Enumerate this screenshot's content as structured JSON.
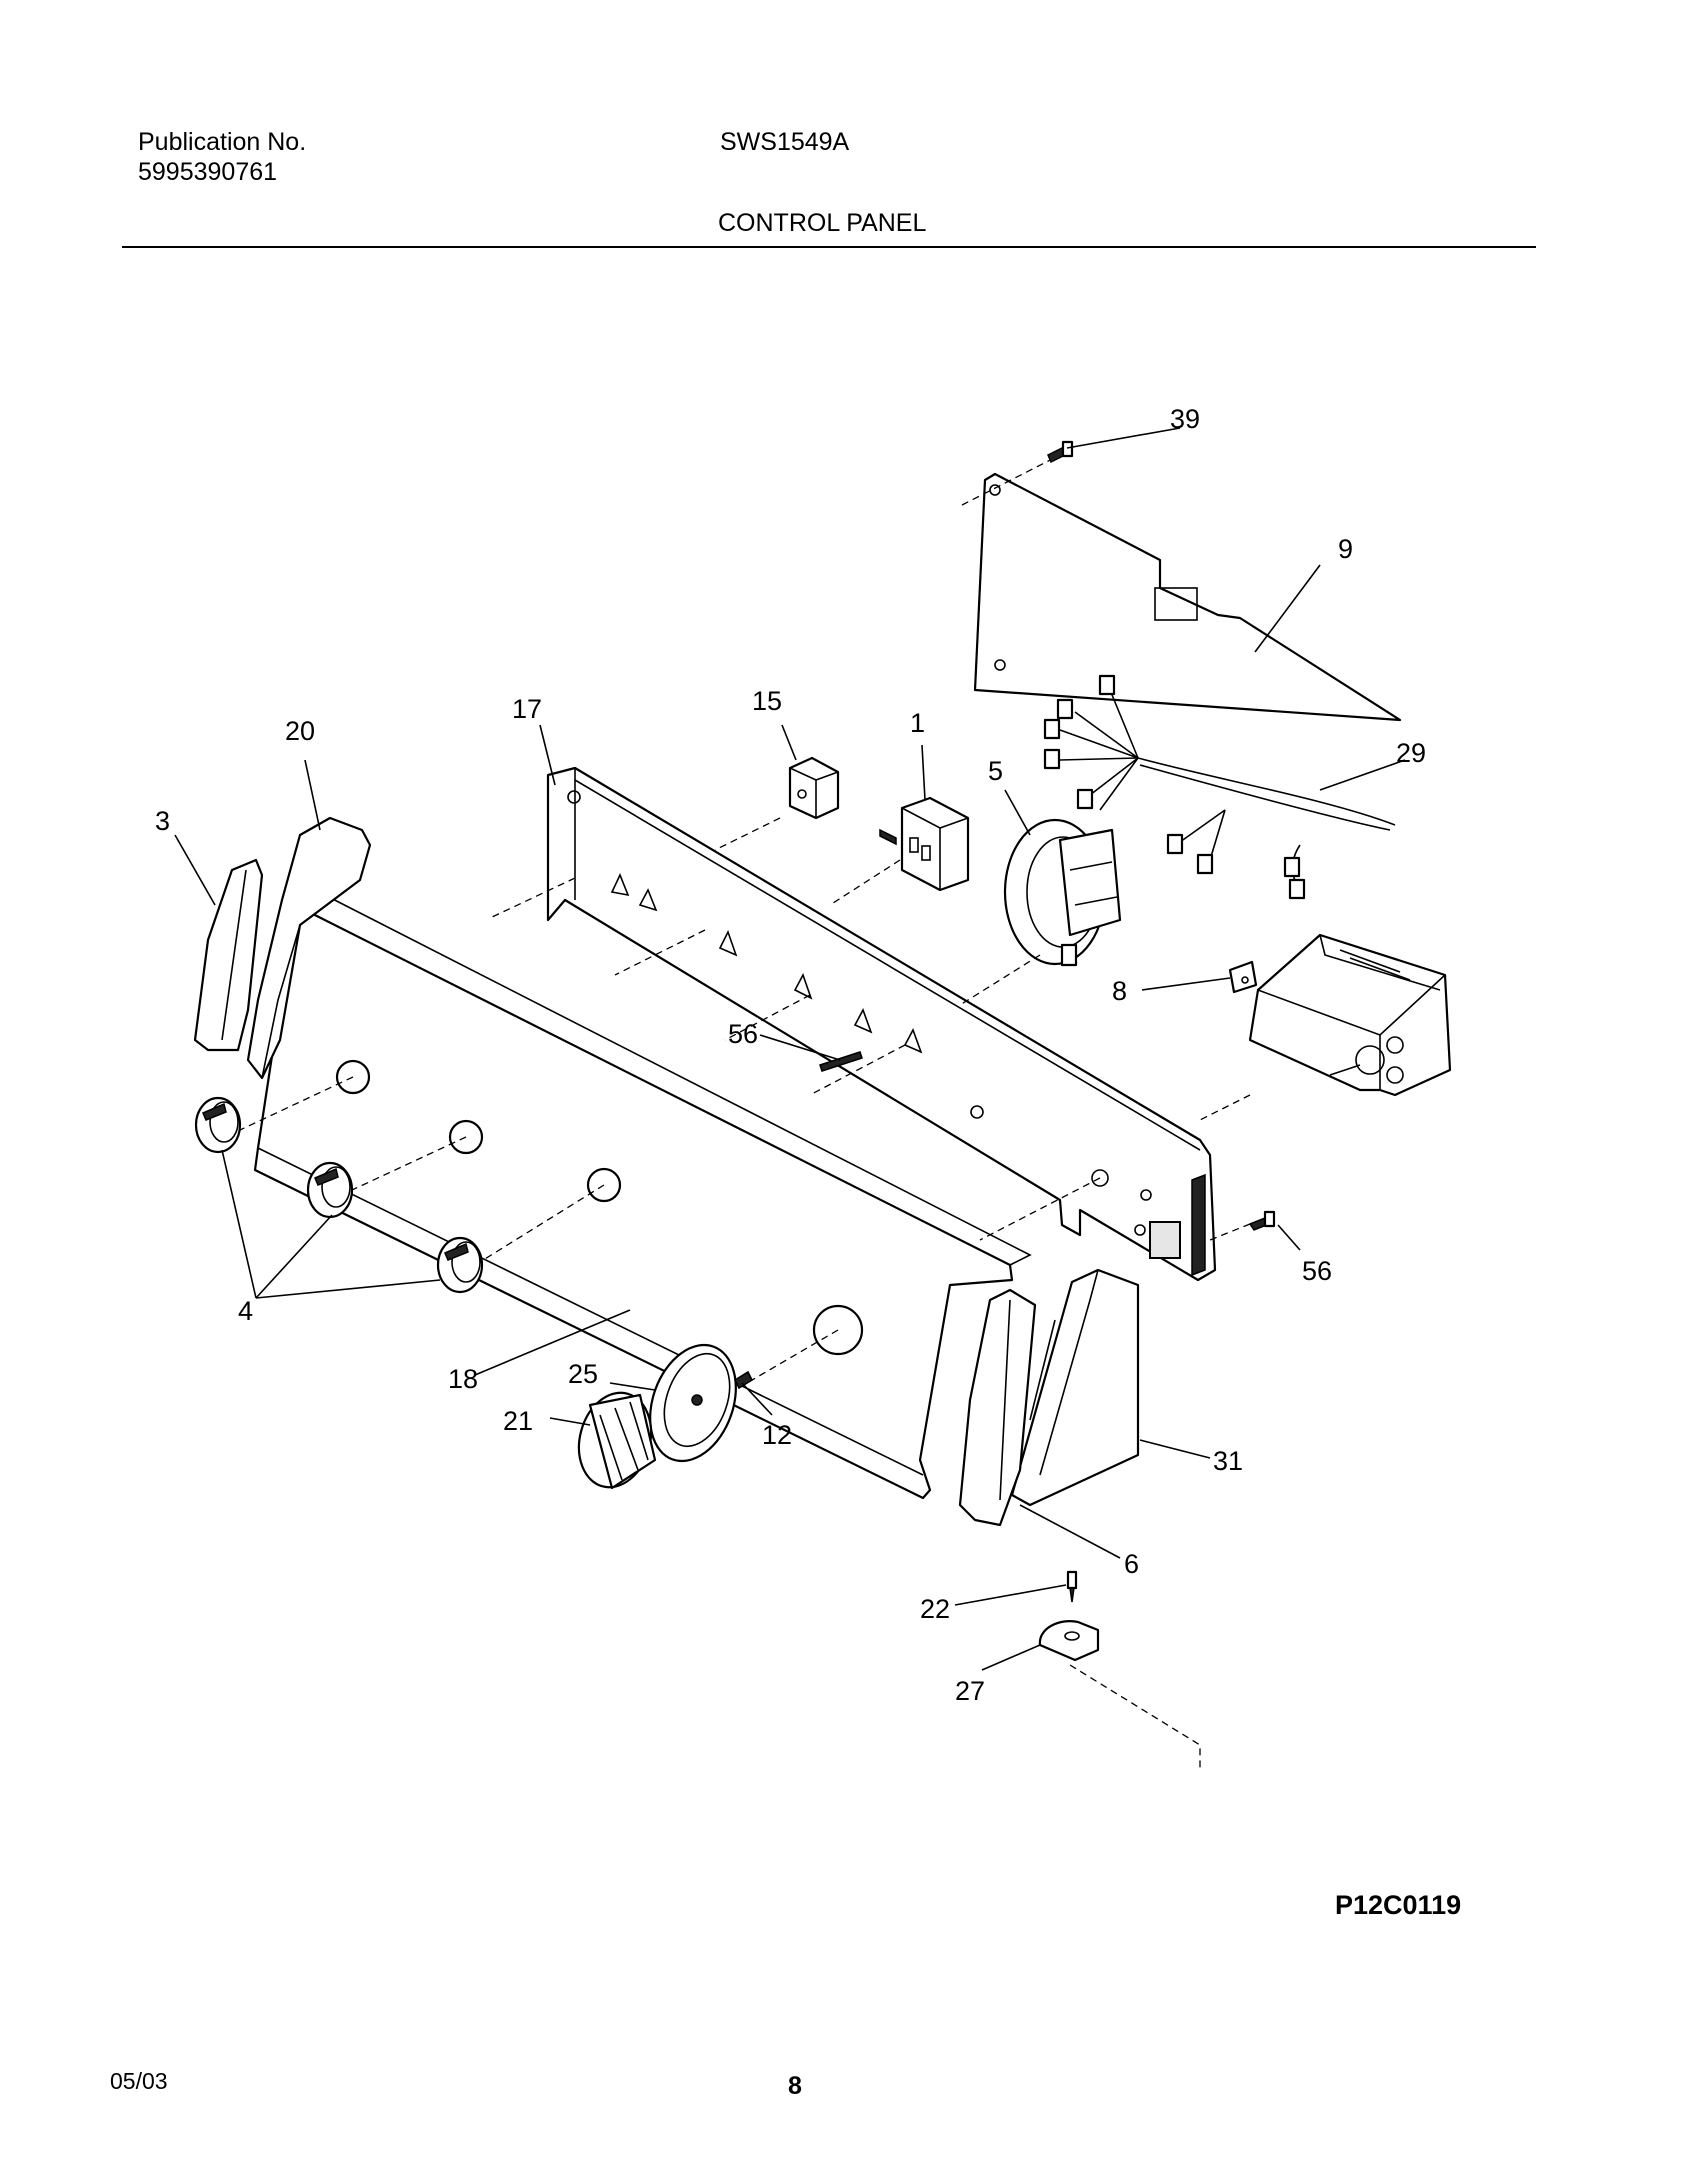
{
  "header": {
    "publication_label": "Publication No.",
    "publication_number": "5995390761",
    "model": "SWS1549A",
    "section_title": "CONTROL PANEL"
  },
  "callouts": [
    {
      "id": "39",
      "text": "39"
    },
    {
      "id": "9",
      "text": "9"
    },
    {
      "id": "29",
      "text": "29"
    },
    {
      "id": "20",
      "text": "20"
    },
    {
      "id": "17",
      "text": "17"
    },
    {
      "id": "15",
      "text": "15"
    },
    {
      "id": "1",
      "text": "1"
    },
    {
      "id": "5",
      "text": "5"
    },
    {
      "id": "3",
      "text": "3"
    },
    {
      "id": "8",
      "text": "8"
    },
    {
      "id": "56a",
      "text": "56"
    },
    {
      "id": "56b",
      "text": "56"
    },
    {
      "id": "4",
      "text": "4"
    },
    {
      "id": "18",
      "text": "18"
    },
    {
      "id": "25",
      "text": "25"
    },
    {
      "id": "21",
      "text": "21"
    },
    {
      "id": "12",
      "text": "12"
    },
    {
      "id": "31",
      "text": "31"
    },
    {
      "id": "6",
      "text": "6"
    },
    {
      "id": "22",
      "text": "22"
    },
    {
      "id": "27",
      "text": "27"
    }
  ],
  "figure_code": "P12C0119",
  "footer": {
    "date": "05/03",
    "page_number": "8"
  }
}
